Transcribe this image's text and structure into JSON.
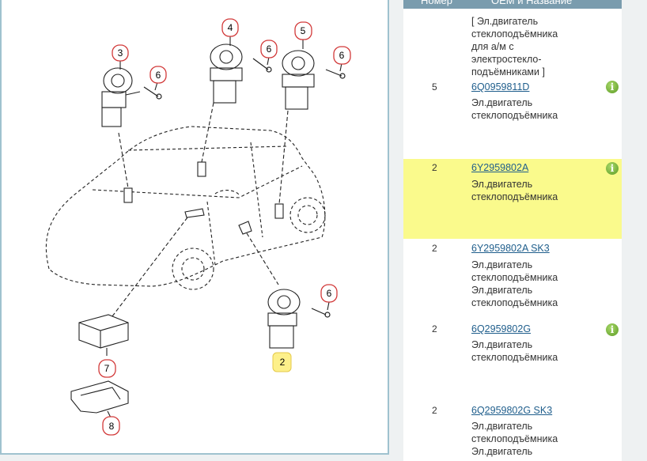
{
  "table": {
    "header": {
      "col_number": "Номер",
      "col_name": "OEM и Название"
    },
    "group_desc": "[ Эл.двигатель\nстеклоподъёмника\nдля а/м с\nэлектростекло-\nподъёмниками ]",
    "rows": [
      {
        "qty": "5",
        "code": "6Q0959811D",
        "desc": "Эл.двигатель\nстеклоподъёмника",
        "info": "i",
        "highlighted": false
      },
      {
        "qty": "2",
        "code": "6Y2959802A",
        "desc": "Эл.двигатель\nстеклоподъёмника",
        "info": "i",
        "highlighted": true
      },
      {
        "qty": "2",
        "code": "6Y2959802A SK3",
        "desc": "Эл.двигатель\nстеклоподъёмника\nЭл.двигатель\nстеклоподъёмника",
        "info": "",
        "highlighted": false
      },
      {
        "qty": "2",
        "code": "6Q2959802G",
        "desc": "Эл.двигатель\nстеклоподъёмника",
        "info": "i",
        "highlighted": false
      },
      {
        "qty": "2",
        "code": "6Q2959802G SK3",
        "desc": "Эл.двигатель\nстеклоподъёмника\nЭл.двигатель",
        "info": "",
        "highlighted": false
      }
    ]
  },
  "diagram": {
    "callouts": [
      "3",
      "4",
      "5",
      "6",
      "6",
      "6",
      "6",
      "7",
      "8",
      "2"
    ],
    "highlight_color": "#fdf08a",
    "callout_color": "#d23a3a"
  }
}
